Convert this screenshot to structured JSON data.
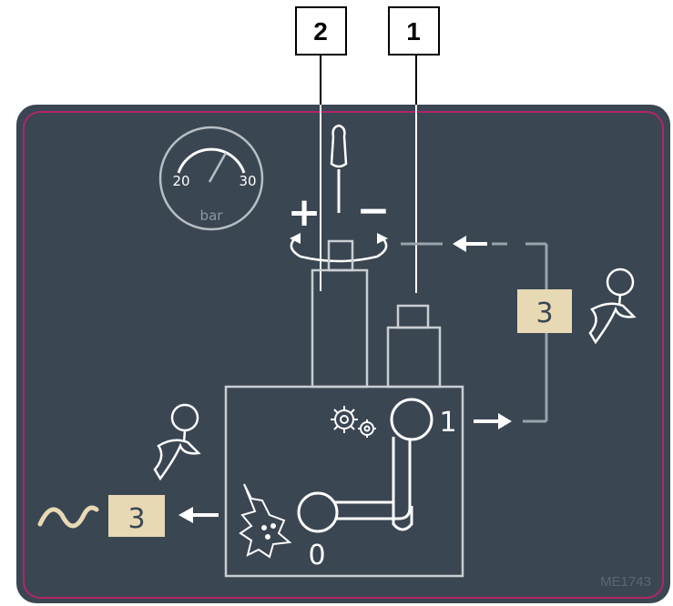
{
  "callouts": [
    {
      "label": "2"
    },
    {
      "label": "1"
    }
  ],
  "gauge": {
    "min_label": "20",
    "max_label": "30",
    "unit": "bar"
  },
  "adjust": {
    "plus": "+",
    "minus": "−"
  },
  "badges": {
    "right": "3",
    "bottom": "3"
  },
  "valve": {
    "position_1": "1",
    "position_0": "0"
  },
  "reference": "ME1743",
  "colors": {
    "panel": "#3a4652",
    "panel_border": "#b0276a",
    "badge": "#e8d9b5",
    "line": "#c9ced3",
    "wave": "#e8d9b5"
  }
}
